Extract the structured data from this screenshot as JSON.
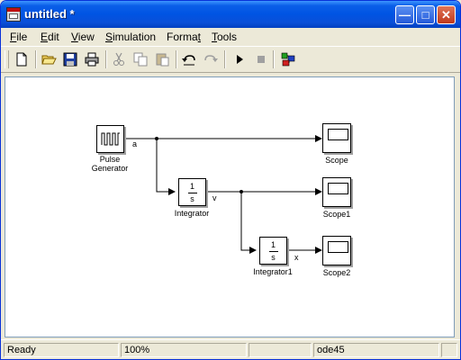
{
  "window": {
    "title": "untitled *"
  },
  "menu": [
    "File",
    "Edit",
    "View",
    "Simulation",
    "Format",
    "Tools"
  ],
  "toolbar_icons": [
    "new-file-icon",
    "open-folder-icon",
    "save-icon",
    "print-icon",
    "cut-icon",
    "copy-icon",
    "paste-icon",
    "undo-icon",
    "redo-icon",
    "start-simulation-icon",
    "stop-simulation-icon",
    "library-browser-icon"
  ],
  "model": {
    "pulse_generator": {
      "label_line1": "Pulse",
      "label_line2": "Generator"
    },
    "integrator": {
      "numerator": "1",
      "denominator": "s",
      "label": "Integrator"
    },
    "integrator1": {
      "numerator": "1",
      "denominator": "s",
      "label": "Integrator1"
    },
    "scope": {
      "label": "Scope"
    },
    "scope1": {
      "label": "Scope1"
    },
    "scope2": {
      "label": "Scope2"
    },
    "signals": {
      "a": "a",
      "v": "v",
      "x": "x"
    }
  },
  "status": {
    "state": "Ready",
    "zoom": "100%",
    "solver": "ode45"
  },
  "colors": {
    "titlebar": "#0054e3",
    "chrome": "#ece9d8",
    "canvas": "#ffffff"
  }
}
